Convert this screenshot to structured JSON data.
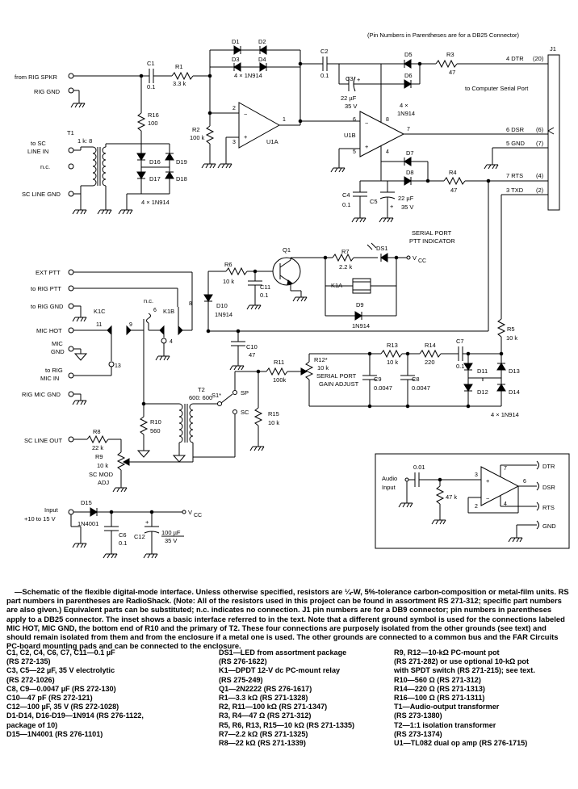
{
  "header_note": "(Pin Numbers in Parentheses are for a DB25 Connector)",
  "labels": {
    "from_rig_spkr": "from RIG SPKR",
    "rig_gnd_1": "RIG GND",
    "to_sc_line_in_1": "to SC",
    "to_sc_line_in_2": "LINE IN",
    "nc_1": "n.c.",
    "sc_line_gnd": "SC LINE GND",
    "ext_ptt": "EXT PTT",
    "to_rig_ptt": "to RIG PTT",
    "rig_gnd_2": "to RIG GND",
    "mic_hot": "MIC HOT",
    "mic_gnd_1": "MIC",
    "mic_gnd_2": "GND",
    "to_rig_mic_in_1": "to RIG",
    "to_rig_mic_in_2": "MIC IN",
    "rig_mic_gnd": "RIG MIC GND",
    "sc_line_out": "SC LINE OUT",
    "input_1": "Input",
    "input_2": "+10 to 15 V",
    "to_computer": "to Computer Serial Port",
    "serial_ptt_1": "SERIAL PORT",
    "serial_ptt_2": "PTT INDICATOR",
    "serial_gain_1": "SERIAL PORT",
    "serial_gain_2": "GAIN ADJUST",
    "sc_mod_1": "SC MOD",
    "sc_mod_2": "ADJ",
    "vcc_1": "V",
    "vcc_2": "V",
    "vcc_3": "V",
    "audio_input_1": "Audio",
    "audio_input_2": "Input"
  },
  "pins": {
    "dtr": "4  DTR",
    "dtr_db25": "(20)",
    "dsr": "6  DSR",
    "dsr_db25": "(6)",
    "gnd": "5  GND",
    "gnd_db25": "(7)",
    "rts": "7  RTS",
    "rts_db25": "(4)",
    "txd": "3  TXD",
    "txd_db25": "(2)",
    "j1": "J1"
  },
  "components": {
    "c1": "C1",
    "c1v": "0.1",
    "r1": "R1",
    "r1v": "3.3 k",
    "d1": "D1",
    "d2": "D2",
    "d3": "D3",
    "d4": "D4",
    "d1_4": "4 × 1N914",
    "r16": "R16",
    "r16v": "100",
    "r2": "R2",
    "r2v": "100 k",
    "u1a": "U1A",
    "t1": "T1",
    "t1v": "1 k: 8",
    "d16": "D16",
    "d17": "D17",
    "d18": "D18",
    "d19": "D19",
    "d16_19": "4 × 1N914",
    "c2": "C2",
    "c2v": "0.1",
    "c3": "C3",
    "c3v1": "22 µF",
    "c3v2": "35 V",
    "d5": "D5",
    "d6": "D6",
    "d7": "D7",
    "d8": "D8",
    "d5_8a": "4 ×",
    "d5_8b": "1N914",
    "r3": "R3",
    "r3v": "47",
    "u1b": "U1B",
    "r4": "R4",
    "r4v": "47",
    "c4": "C4",
    "c4v": "0.1",
    "c5": "C5",
    "c5v1": "22 µF",
    "c5v2": "35 V",
    "q1": "Q1",
    "r7": "R7",
    "r7v": "2.2 k",
    "ds1": "DS1",
    "r6": "R6",
    "r6v": "10 k",
    "c11": "C11",
    "c11v": "0.1",
    "k1a": "K1A",
    "d9": "D9",
    "d9v": "1N914",
    "d10": "D10",
    "d10v": "1N914",
    "c10": "C10",
    "c10v": "47",
    "k1c": "K1C",
    "k1b": "K1B",
    "nc_k1": "n.c.",
    "r5": "R5",
    "r5v": "10 k",
    "r13": "R13",
    "r13v": "10 k",
    "r14": "R14",
    "r14v": "220",
    "c7": "C7",
    "c7v": "0.1",
    "r12": "R12*",
    "r12v": "10 k",
    "r11": "R11",
    "r11v": "100k",
    "c9": "C9",
    "c9v": "0.0047",
    "c8": "C8",
    "c8v": "0.0047",
    "d11": "D11",
    "d12": "D12",
    "d13": "D13",
    "d14": "D14",
    "d11_14": "4 × 1N914",
    "t2": "T2",
    "t2v": "600: 600",
    "s1": "S1*",
    "sp": "SP",
    "sc": "SC",
    "r10": "R10",
    "r10v": "560",
    "r15": "R15",
    "r15v": "10 k",
    "r8": "R8",
    "r8v": "22 k",
    "r9": "R9",
    "r9v": "10 k",
    "d15": "D15",
    "d15v": "1N4001",
    "c6": "C6",
    "c6v": "0.1",
    "c12": "C12",
    "c12v1": "100 µF",
    "c12v2": "35 V",
    "inset_c": "0.01",
    "inset_r": "47 k",
    "inset_dtr": "DTR",
    "inset_dsr": "DSR",
    "inset_rts": "RTS",
    "inset_gnd": "GND"
  },
  "caption": "—Schematic of the flexible digital-mode interface. Unless otherwise specified, resistors are ¼-W, 5%-tolerance carbon-composition or metal-film units. RS part numbers in parentheses are RadioShack. (Note: All of the resistors used in this project can be found in assortment RS 271-312; specific part numbers are also given.) Equivalent parts can be substituted; n.c. indicates no connection. J1 pin numbers are for a DB9 connector; pin numbers in parentheses apply to a DB25 connector. The inset shows a basic interface referred to in the text. Note that a different ground symbol is used for the connections labeled MIC HOT, MIC GND, the bottom end of R10 and the primary of T2. These four connections are purposely isolated from the other grounds (see text) and should remain isolated from them and from the enclosure if a metal one is used. The other grounds are connected to a common bus and the FAR Circuits PC-board mounting pads and can be connected to the enclosure.",
  "parts_list": {
    "col1": [
      "C1, C2, C4, C6, C7, C11—0.1 µF",
      "   (RS 272-135)",
      "C3, C5—22 µF, 35 V electrolytic",
      "   (RS 272-1026)",
      "C8, C9—0.0047 µF (RS 272-130)",
      "C10—47 pF (RS 272-121)",
      "C12—100 µF, 35 V (RS 272-1028)",
      "D1-D14, D16-D19—1N914 (RS 276-1122,",
      "   package of 10)",
      "D15—1N4001 (RS 276-1101)"
    ],
    "col2": [
      "DS1—LED from assortment package",
      "   (RS 276-1622)",
      "K1—DPDT 12-V dc PC-mount relay",
      "   (RS 275-249)",
      "Q1—2N2222 (RS 276-1617)",
      "R1—3.3 kΩ (RS 271-1328)",
      "R2, R11—100 kΩ (RS 271-1347)",
      "R3, R4—47 Ω (RS 271-312)",
      "R5, R6, R13, R15—10 kΩ (RS 271-1335)",
      "R7—2.2 kΩ (RS 271-1325)",
      "R8—22 kΩ (RS 271-1339)"
    ],
    "col3": [
      "R9, R12—10-kΩ PC-mount pot",
      "   (RS 271-282) or use optional 10-kΩ pot",
      "   with SPDT switch (RS 271-215); see text.",
      "R10—560 Ω (RS 271-312)",
      "R14—220 Ω (RS 271-1313)",
      "R16—100 Ω (RS 271-1311)",
      "T1—Audio-output transformer",
      "   (RS 273-1380)",
      "T2—1:1 isolation transformer",
      "   (RS 273-1374)",
      "U1—TL082 dual op amp (RS 276-1715)"
    ]
  }
}
